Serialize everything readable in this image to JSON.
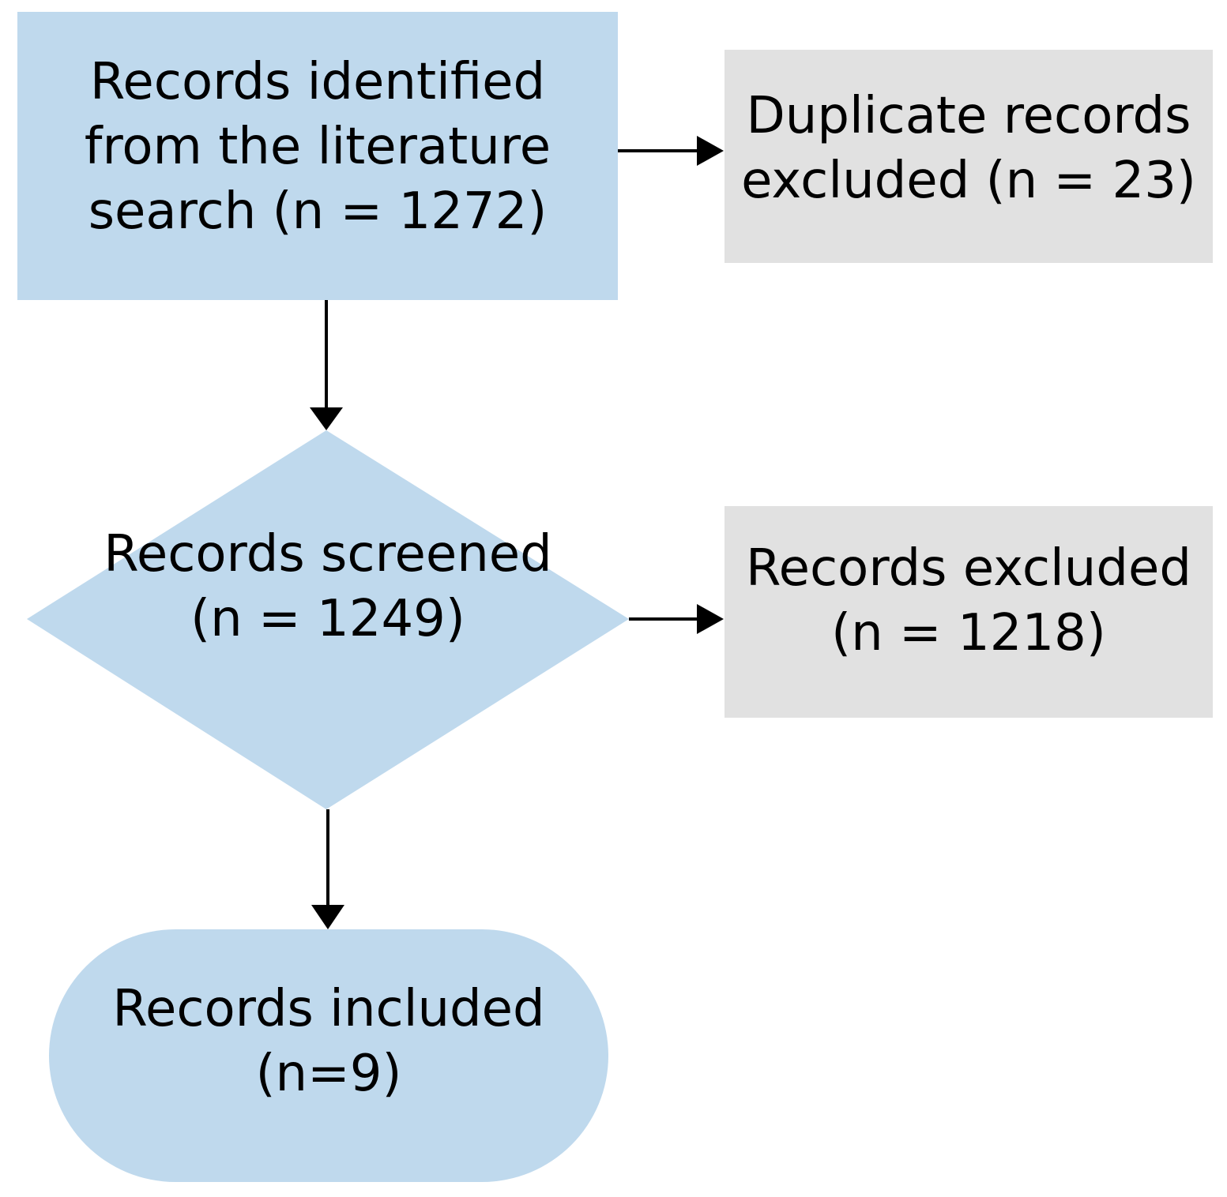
{
  "colors": {
    "stage_fill": "#bfd9ed",
    "exclusion_fill": "#e1e1e1",
    "arrow": "#000000"
  },
  "nodes": {
    "identified": {
      "lines": [
        "Records identified",
        "from the literature",
        "search (n = 1272)"
      ]
    },
    "duplicates": {
      "lines": [
        "Duplicate records",
        "excluded (n = 23)"
      ]
    },
    "screened": {
      "lines": [
        "Records screened",
        "(n = 1249)"
      ]
    },
    "excluded": {
      "lines": [
        "Records excluded",
        "(n = 1218)"
      ]
    },
    "included": {
      "lines": [
        "Records included",
        "(n=9)"
      ]
    }
  }
}
